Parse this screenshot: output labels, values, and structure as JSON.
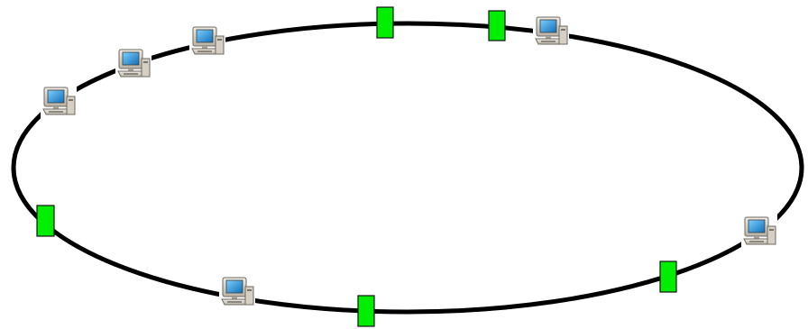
{
  "diagram": {
    "topology": "ring",
    "ring_color": "#000000",
    "background": "#ffffff",
    "nodes": [
      {
        "type": "computer",
        "icon": "desktop-computer-icon"
      },
      {
        "type": "computer",
        "icon": "desktop-computer-icon"
      },
      {
        "type": "computer",
        "icon": "desktop-computer-icon"
      },
      {
        "type": "computer",
        "icon": "desktop-computer-icon"
      },
      {
        "type": "computer",
        "icon": "desktop-computer-icon"
      },
      {
        "type": "computer",
        "icon": "desktop-computer-icon"
      }
    ],
    "connectors": [
      {
        "type": "ring-connector",
        "color": "#00ee00"
      },
      {
        "type": "ring-connector",
        "color": "#00ee00"
      },
      {
        "type": "ring-connector",
        "color": "#00ee00"
      },
      {
        "type": "ring-connector",
        "color": "#00ee00"
      },
      {
        "type": "ring-connector",
        "color": "#00ee00"
      }
    ]
  }
}
